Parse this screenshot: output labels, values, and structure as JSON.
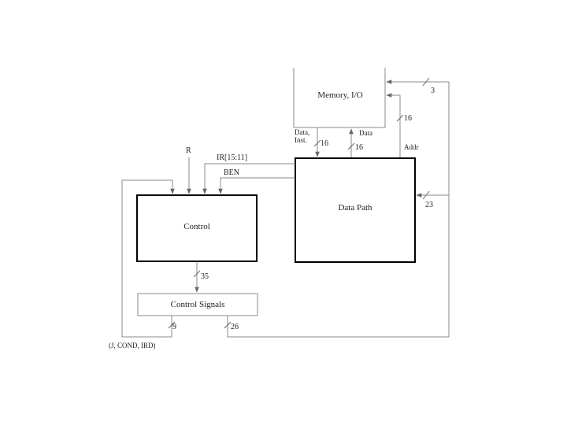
{
  "blocks": {
    "memory": "Memory, I/O",
    "datapath": "Data Path",
    "control": "Control",
    "control_signals": "Control Signals"
  },
  "labels": {
    "data_inst_line1": "Data,",
    "data_inst_line2": "Inst.",
    "data_inst_width": "16",
    "data": "Data",
    "data_width": "16",
    "addr": "Addr",
    "addr_width": "16",
    "mem_ctrl_width": "3",
    "dp_ctrl_width": "23",
    "r": "R",
    "ir": "IR[15:11]",
    "ben": "BEN",
    "control_out_width": "35",
    "feedback_width": "9",
    "signals_width": "26",
    "feedback_fields": "(J, COND, IRD)"
  },
  "colors": {
    "block_thick": "#000000",
    "block_thin": "#888888",
    "wire": "#888888",
    "text": "#222222"
  }
}
